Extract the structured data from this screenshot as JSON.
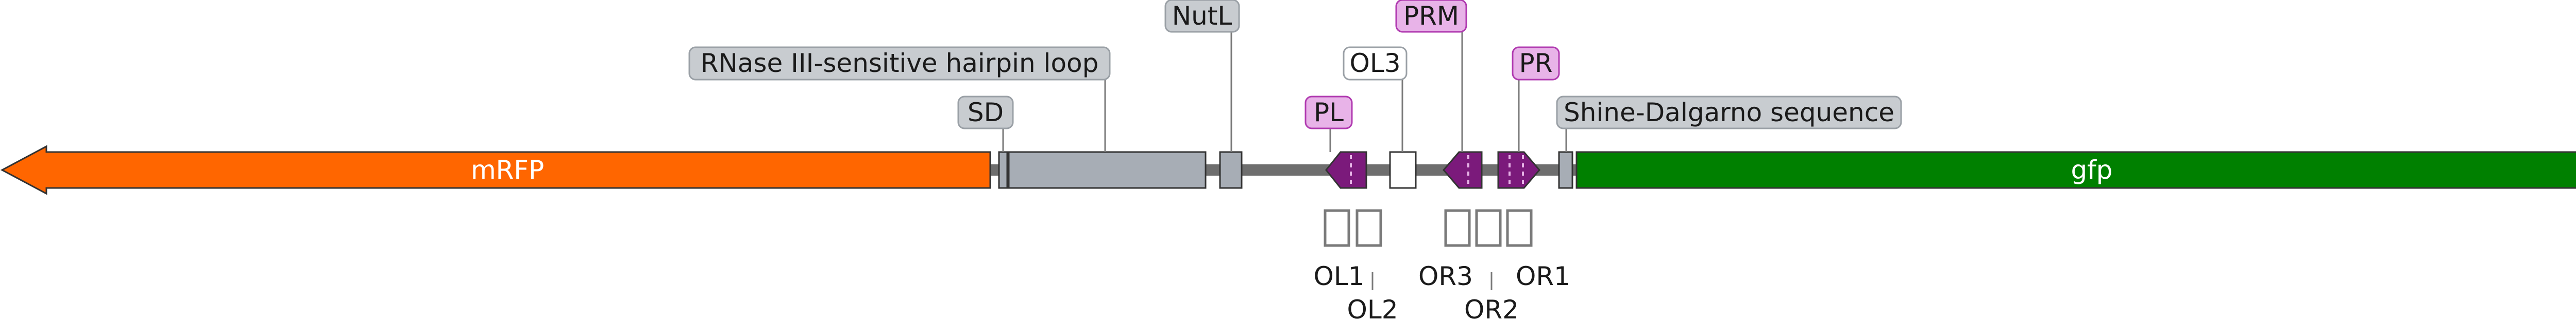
{
  "colors": {
    "backbone": "#6e6e6e",
    "mrfp": "#ff6600",
    "gfp": "#008000",
    "feature_grey": "#a7adb5",
    "regulatory_purple": "#7b1a7b",
    "promoter_label_fill": "#e8b3e8",
    "promoter_label_border": "#b03ab0",
    "grey_label_fill": "#c8ccd0",
    "operator_outline": "#7a7a7a",
    "text_dark": "#1a1a1a",
    "text_light": "#ffffff"
  },
  "features": {
    "mrfp": "mRFP",
    "gfp": "gfp",
    "sd": "SD",
    "hairpin": "RNase III-sensitive hairpin loop",
    "nutl": "NutL",
    "pl": "PL",
    "ol3": "OL3",
    "prm": "PRM",
    "pr": "PR",
    "shine_dalgarno": "Shine-Dalgarno sequence"
  },
  "operators": {
    "ol1": "OL1",
    "ol2": "OL2",
    "or3": "OR3",
    "or2": "OR2",
    "or1": "OR1"
  }
}
